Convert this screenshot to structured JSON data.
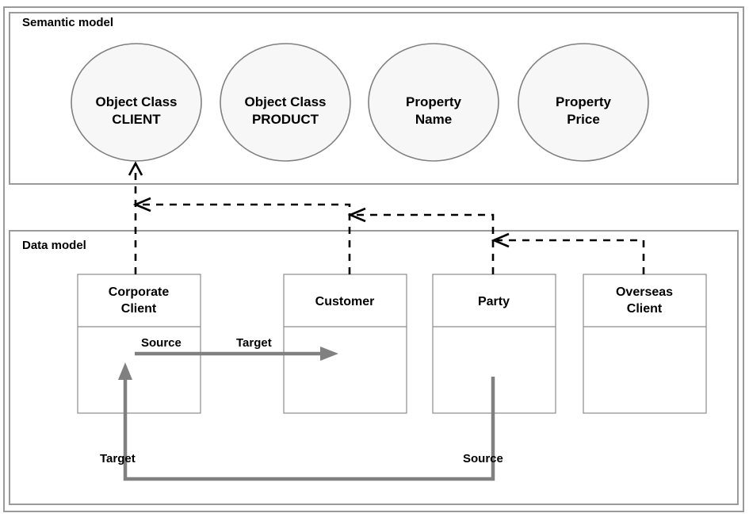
{
  "diagram": {
    "title_semantic": "Semantic model",
    "title_data": "Data model",
    "colors": {
      "frame": "#9a9a9a",
      "circle_fill": "#f7f7f7",
      "circle_stroke": "#808080",
      "box_stroke": "#8c8c8c",
      "mapping_line": "#000000",
      "relation_line": "#808080",
      "text": "#000000",
      "background": "#ffffff"
    },
    "semantic_nodes": [
      {
        "line1": "Object Class",
        "line2": "CLIENT"
      },
      {
        "line1": "Object Class",
        "line2": "PRODUCT"
      },
      {
        "line1": "Property",
        "line2": "Name"
      },
      {
        "line1": "Property",
        "line2": "Price"
      }
    ],
    "data_entities": [
      {
        "line1": "Corporate",
        "line2": "Client"
      },
      {
        "line1": "Customer",
        "line2": ""
      },
      {
        "line1": "Party",
        "line2": ""
      },
      {
        "line1": "Overseas",
        "line2": "Client"
      }
    ],
    "relation_labels": {
      "top_source": "Source",
      "top_target": "Target",
      "bottom_target": "Target",
      "bottom_source": "Source"
    }
  }
}
